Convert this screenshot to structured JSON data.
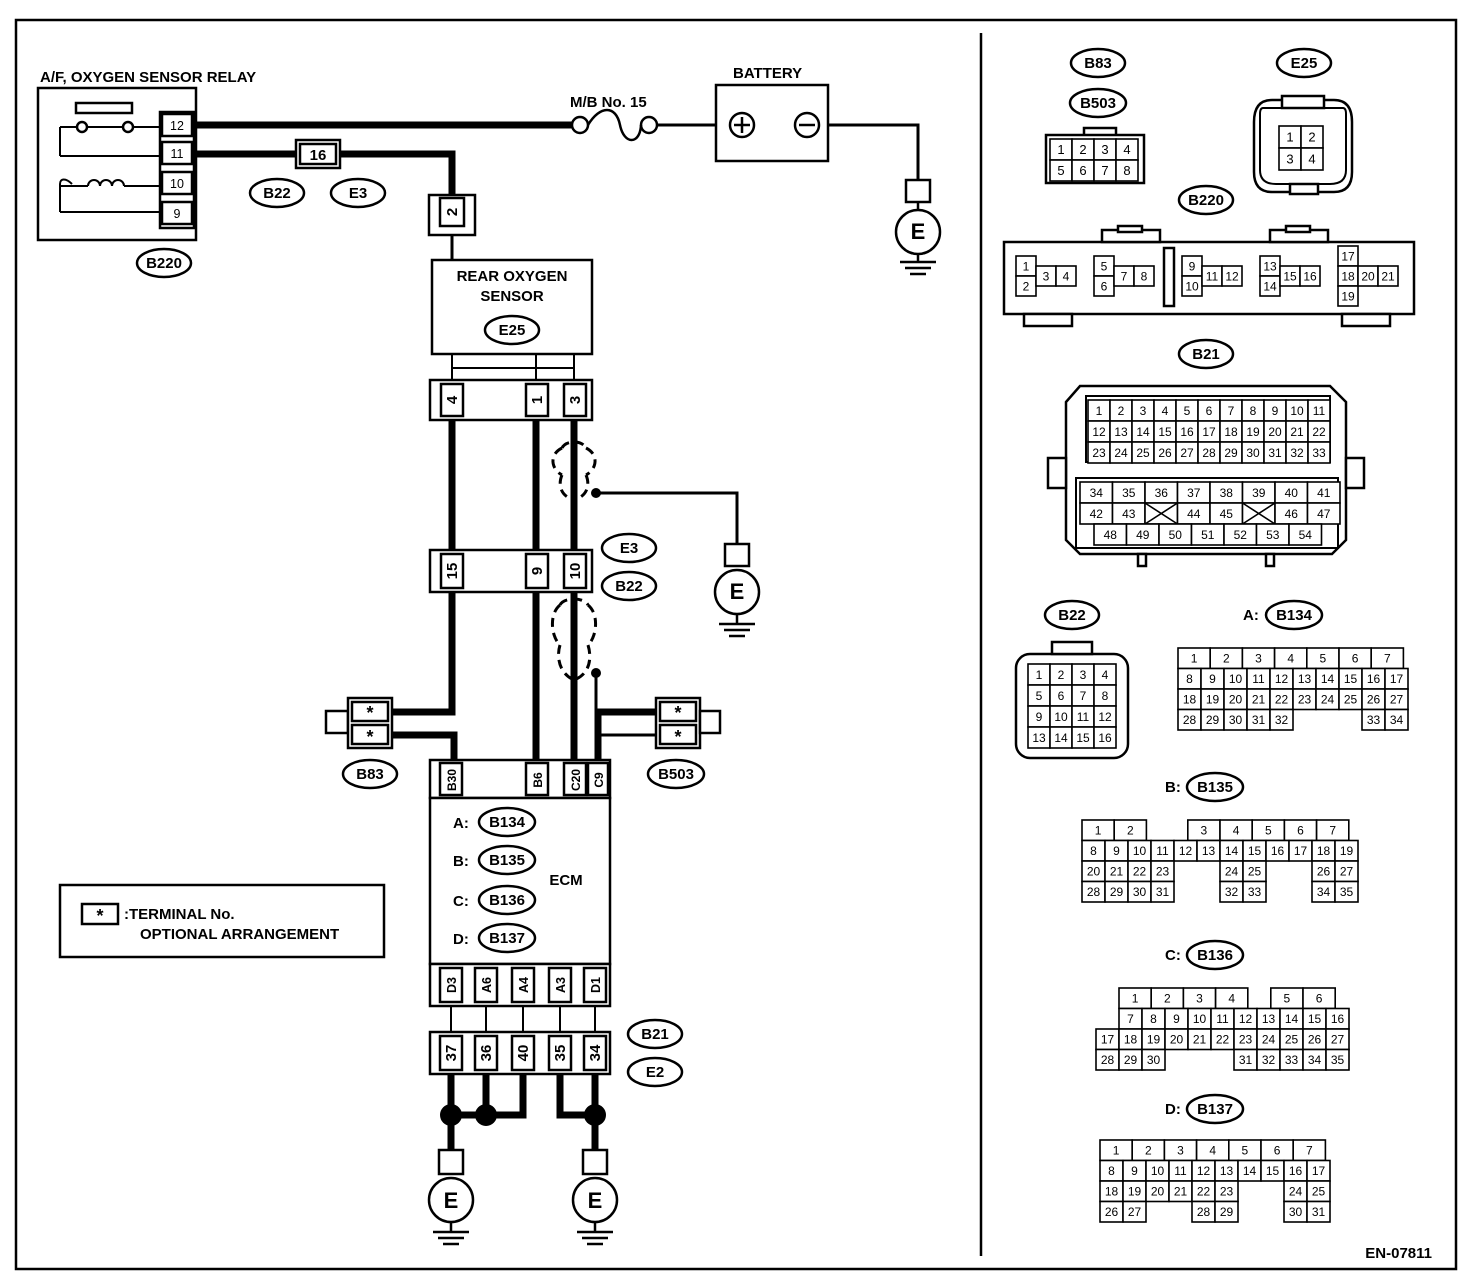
{
  "title_code": "EN-07811",
  "colors": {
    "ink": "#000000",
    "paper": "#ffffff"
  },
  "labels": {
    "af_relay": "A/F, OXYGEN SENSOR RELAY",
    "battery": "BATTERY",
    "mb": "M/B No. 15",
    "rear_sensor_1": "REAR OXYGEN",
    "rear_sensor_2": "SENSOR",
    "ecm": "ECM",
    "ground": "E",
    "legend_star": "*",
    "legend_1": ":TERMINAL No.",
    "legend_2": "OPTIONAL ARRANGEMENT",
    "plus": "+",
    "minus": "−"
  },
  "codes": {
    "B220": "B220",
    "B22": "B22",
    "E3": "E3",
    "E25": "E25",
    "B83": "B83",
    "B503": "B503",
    "B21": "B21",
    "E2": "E2",
    "B134": "B134",
    "B135": "B135",
    "B136": "B136",
    "B137": "B137"
  },
  "ecm_prefix": {
    "a": "A:",
    "b": "B:",
    "c": "C:",
    "d": "D:"
  },
  "relay_pins": [
    "12",
    "11",
    "10",
    "9"
  ],
  "connector_pins": {
    "b22_16": "16",
    "e25_2": "2",
    "s4": "4",
    "s1": "1",
    "s3": "3",
    "j15": "15",
    "j9": "9",
    "j10": "10",
    "b30": "B30",
    "b6": "B6",
    "c20": "C20",
    "c9": "C9",
    "d3": "D3",
    "a6": "A6",
    "a4": "A4",
    "a3": "A3",
    "d1": "D1",
    "p37": "37",
    "p36": "36",
    "p40": "40",
    "p35": "35",
    "p34": "34",
    "star": "*"
  },
  "faces": {
    "b83": [
      [
        "1",
        "2",
        "3",
        "4"
      ],
      [
        "5",
        "6",
        "7",
        "8"
      ]
    ],
    "e25": [
      [
        "1",
        "2"
      ],
      [
        "3",
        "4"
      ]
    ],
    "b220_g1": [
      "1",
      "2",
      "3",
      "4"
    ],
    "b220_g2": [
      "5",
      "6",
      "7",
      "8"
    ],
    "b220_g3": [
      "9",
      "10",
      "11",
      "12"
    ],
    "b220_g4": [
      "13",
      "14",
      "15",
      "16"
    ],
    "b220_g5": [
      "17",
      "18",
      "19",
      "20",
      "21"
    ],
    "b21_rows": [
      [
        "1",
        "2",
        "3",
        "4",
        "5",
        "6",
        "7",
        "8",
        "9",
        "10",
        "11"
      ],
      [
        "12",
        "13",
        "14",
        "15",
        "16",
        "17",
        "18",
        "19",
        "20",
        "21",
        "22"
      ],
      [
        "23",
        "24",
        "25",
        "26",
        "27",
        "28",
        "29",
        "30",
        "31",
        "32",
        "33"
      ],
      [
        "34",
        "35",
        "36",
        "37",
        "38",
        "39",
        "40",
        "41"
      ],
      [
        "42",
        "43",
        "",
        "44",
        "45",
        "",
        "46",
        "47"
      ],
      [
        "48",
        "49",
        "50",
        "51",
        "52",
        "53",
        "54"
      ]
    ],
    "b22": [
      [
        "1",
        "2",
        "3",
        "4"
      ],
      [
        "5",
        "6",
        "7",
        "8"
      ],
      [
        "9",
        "10",
        "11",
        "12"
      ],
      [
        "13",
        "14",
        "15",
        "16"
      ]
    ],
    "b134": [
      [
        "1",
        "2",
        "3",
        "4",
        "5",
        "6",
        "7"
      ],
      [
        "8",
        "9",
        "10",
        "11",
        "12",
        "13",
        "14",
        "15",
        "16",
        "17"
      ],
      [
        "18",
        "19",
        "20",
        "21",
        "22",
        "23",
        "24",
        "25",
        "26",
        "27"
      ],
      [
        "28",
        "29",
        "30",
        "31",
        "32",
        "33",
        "34"
      ]
    ],
    "b135": [
      [
        "1",
        "2",
        "3",
        "4",
        "5",
        "6",
        "7"
      ],
      [
        "8",
        "9",
        "10",
        "11",
        "12",
        "13",
        "14",
        "15",
        "16",
        "17",
        "18",
        "19"
      ],
      [
        "20",
        "21",
        "22",
        "23",
        "24",
        "25",
        "26",
        "27"
      ],
      [
        "28",
        "29",
        "30",
        "31",
        "32",
        "33",
        "34",
        "35"
      ]
    ],
    "b136": [
      [
        "1",
        "2",
        "3",
        "4",
        "5",
        "6"
      ],
      [
        "7",
        "8",
        "9",
        "10",
        "11",
        "12",
        "13",
        "14",
        "15",
        "16"
      ],
      [
        "17",
        "18",
        "19",
        "20",
        "21",
        "22",
        "23",
        "24",
        "25",
        "26",
        "27"
      ],
      [
        "28",
        "29",
        "30",
        "31",
        "32",
        "33",
        "34",
        "35"
      ]
    ],
    "b137": [
      [
        "1",
        "2",
        "3",
        "4",
        "5",
        "6",
        "7"
      ],
      [
        "8",
        "9",
        "10",
        "11",
        "12",
        "13",
        "14",
        "15",
        "16",
        "17"
      ],
      [
        "18",
        "19",
        "20",
        "21",
        "22",
        "23",
        "24",
        "25"
      ],
      [
        "26",
        "27",
        "28",
        "29",
        "30",
        "31"
      ]
    ]
  }
}
